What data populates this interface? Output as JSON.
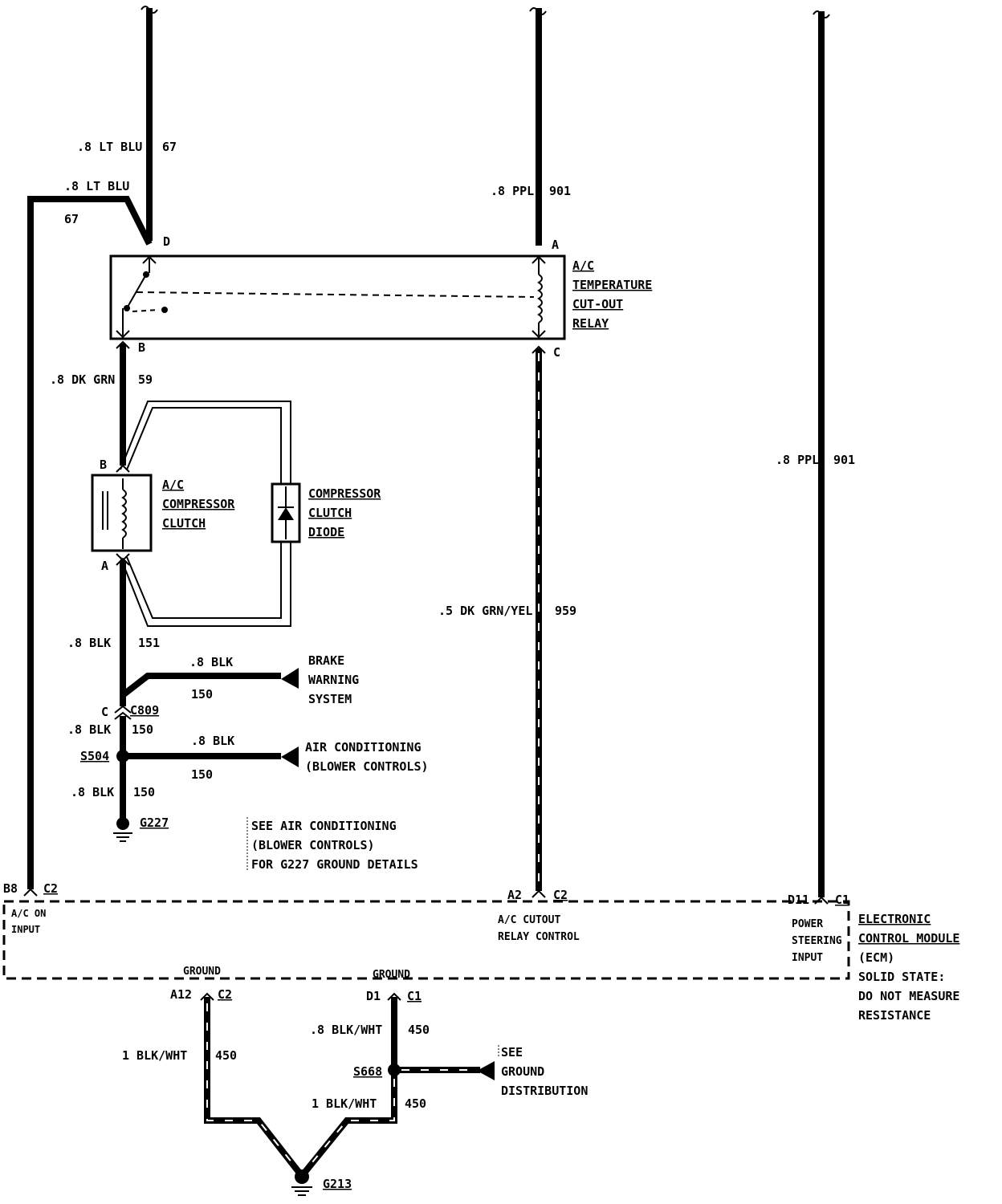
{
  "wires": {
    "w67_top": {
      "gauge": ".8 LT BLU",
      "circuit": "67"
    },
    "w67_side": {
      "gauge": ".8 LT BLU",
      "circuit": "67"
    },
    "w901_top": {
      "gauge": ".8 PPL",
      "circuit": "901"
    },
    "w901_right": {
      "gauge": ".8 PPL",
      "circuit": "901"
    },
    "w59": {
      "gauge": ".8 DK GRN",
      "circuit": "59"
    },
    "w959": {
      "gauge": ".5 DK GRN/YEL",
      "circuit": "959"
    },
    "w151": {
      "gauge": ".8 BLK",
      "circuit": "151"
    },
    "w150_brake": {
      "gauge": ".8 BLK",
      "circuit": "150"
    },
    "w150_c": {
      "gauge": ".8 BLK",
      "circuit": "150"
    },
    "w150_ac": {
      "gauge": ".8 BLK",
      "circuit": "150"
    },
    "w150_g": {
      "gauge": ".8 BLK",
      "circuit": "150"
    },
    "w450_left": {
      "gauge": "1 BLK/WHT",
      "circuit": "450"
    },
    "w450_d1": {
      "gauge": ".8 BLK/WHT",
      "circuit": "450"
    },
    "w450_s668": {
      "gauge": "1 BLK/WHT",
      "circuit": "450"
    }
  },
  "pins": {
    "relay_d": "D",
    "relay_a": "A",
    "relay_b": "B",
    "relay_c": "C",
    "clutch_b": "B",
    "clutch_a": "A",
    "conn_c": "C",
    "conn_c809": "C809",
    "ecm_b8": "B8",
    "ecm_b8_conn": "C2",
    "ecm_a2": "A2",
    "ecm_a2_conn": "C2",
    "ecm_d11": "D11",
    "ecm_d11_conn": "C1",
    "ecm_a12": "A12",
    "ecm_a12_conn": "C2",
    "ecm_d1": "D1",
    "ecm_d1_conn": "C1"
  },
  "components": {
    "relay": [
      "A/C",
      "TEMPERATURE",
      "CUT-OUT",
      "RELAY"
    ],
    "clutch": [
      "A/C",
      "COMPRESSOR",
      "CLUTCH"
    ],
    "diode": [
      "COMPRESSOR",
      "CLUTCH",
      "DIODE"
    ],
    "ecm": [
      "ELECTRONIC",
      "CONTROL MODULE",
      "(ECM)",
      "SOLID STATE:",
      "DO NOT MEASURE",
      "RESISTANCE"
    ]
  },
  "ecm_inputs": {
    "ac_on": [
      "A/C ON",
      "INPUT"
    ],
    "ac_cutout": [
      "A/C CUTOUT",
      "RELAY CONTROL"
    ],
    "power_steering": [
      "POWER",
      "STEERING",
      "INPUT"
    ],
    "ground_left": "GROUND",
    "ground_right": "GROUND"
  },
  "destinations": {
    "brake": [
      "BRAKE",
      "WARNING",
      "SYSTEM"
    ],
    "air_cond": [
      "AIR CONDITIONING",
      "(BLOWER CONTROLS)"
    ],
    "ground_dist": [
      "SEE",
      "GROUND",
      "DISTRIBUTION"
    ]
  },
  "splices": {
    "s504": "S504",
    "s668": "S668"
  },
  "grounds": {
    "g227": "G227",
    "g213": "G213"
  },
  "notes": {
    "g227_note": [
      "SEE AIR CONDITIONING",
      "(BLOWER CONTROLS)",
      "FOR G227 GROUND DETAILS"
    ]
  }
}
